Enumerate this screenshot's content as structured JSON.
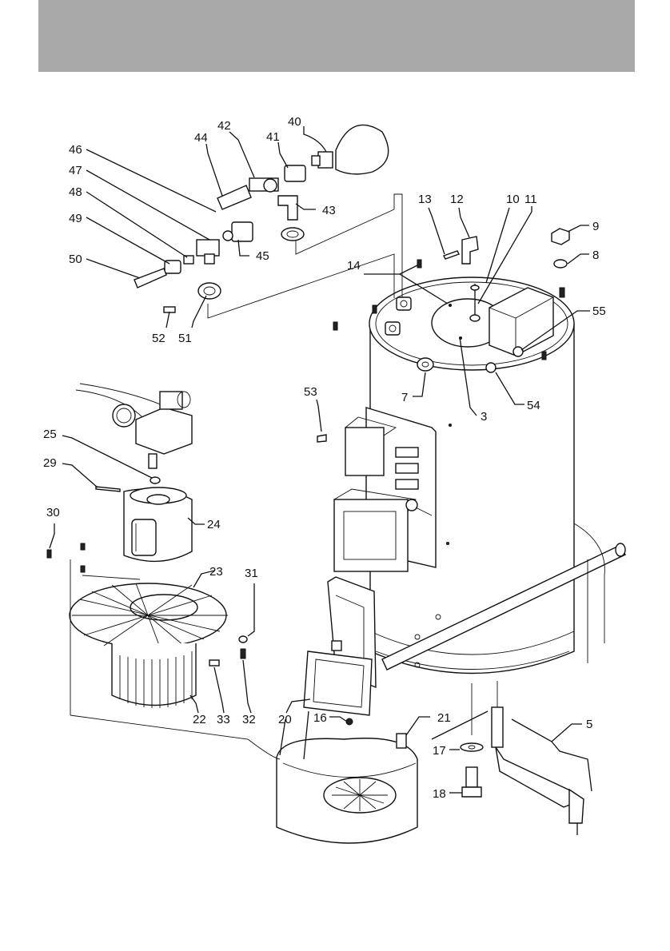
{
  "header": {
    "bar_color": "#a9a9a9"
  },
  "diagram": {
    "callouts": [
      {
        "id": "c40",
        "text": "40"
      },
      {
        "id": "c42",
        "text": "42"
      },
      {
        "id": "c41",
        "text": "41"
      },
      {
        "id": "c44",
        "text": "44"
      },
      {
        "id": "c46",
        "text": "46"
      },
      {
        "id": "c47",
        "text": "47"
      },
      {
        "id": "c48",
        "text": "48"
      },
      {
        "id": "c49",
        "text": "49"
      },
      {
        "id": "c50",
        "text": "50"
      },
      {
        "id": "c43",
        "text": "43"
      },
      {
        "id": "c45",
        "text": "45"
      },
      {
        "id": "c52",
        "text": "52"
      },
      {
        "id": "c51",
        "text": "51"
      },
      {
        "id": "c13",
        "text": "13"
      },
      {
        "id": "c12",
        "text": "12"
      },
      {
        "id": "c10",
        "text": "10"
      },
      {
        "id": "c11",
        "text": "11"
      },
      {
        "id": "c9",
        "text": "9"
      },
      {
        "id": "c8",
        "text": "8"
      },
      {
        "id": "c14",
        "text": "14"
      },
      {
        "id": "c55",
        "text": "55"
      },
      {
        "id": "c53",
        "text": "53"
      },
      {
        "id": "c7",
        "text": "7"
      },
      {
        "id": "c3",
        "text": "3"
      },
      {
        "id": "c54",
        "text": "54"
      },
      {
        "id": "c25",
        "text": "25"
      },
      {
        "id": "c29",
        "text": "29"
      },
      {
        "id": "c24",
        "text": "24"
      },
      {
        "id": "c30",
        "text": "30"
      },
      {
        "id": "c23",
        "text": "23"
      },
      {
        "id": "c31",
        "text": "31"
      },
      {
        "id": "c22",
        "text": "22"
      },
      {
        "id": "c33",
        "text": "33"
      },
      {
        "id": "c32",
        "text": "32"
      },
      {
        "id": "c20",
        "text": "20"
      },
      {
        "id": "c16",
        "text": "16"
      },
      {
        "id": "c21",
        "text": "21"
      },
      {
        "id": "c5",
        "text": "5"
      },
      {
        "id": "c17",
        "text": "17"
      },
      {
        "id": "c18",
        "text": "18"
      }
    ]
  }
}
